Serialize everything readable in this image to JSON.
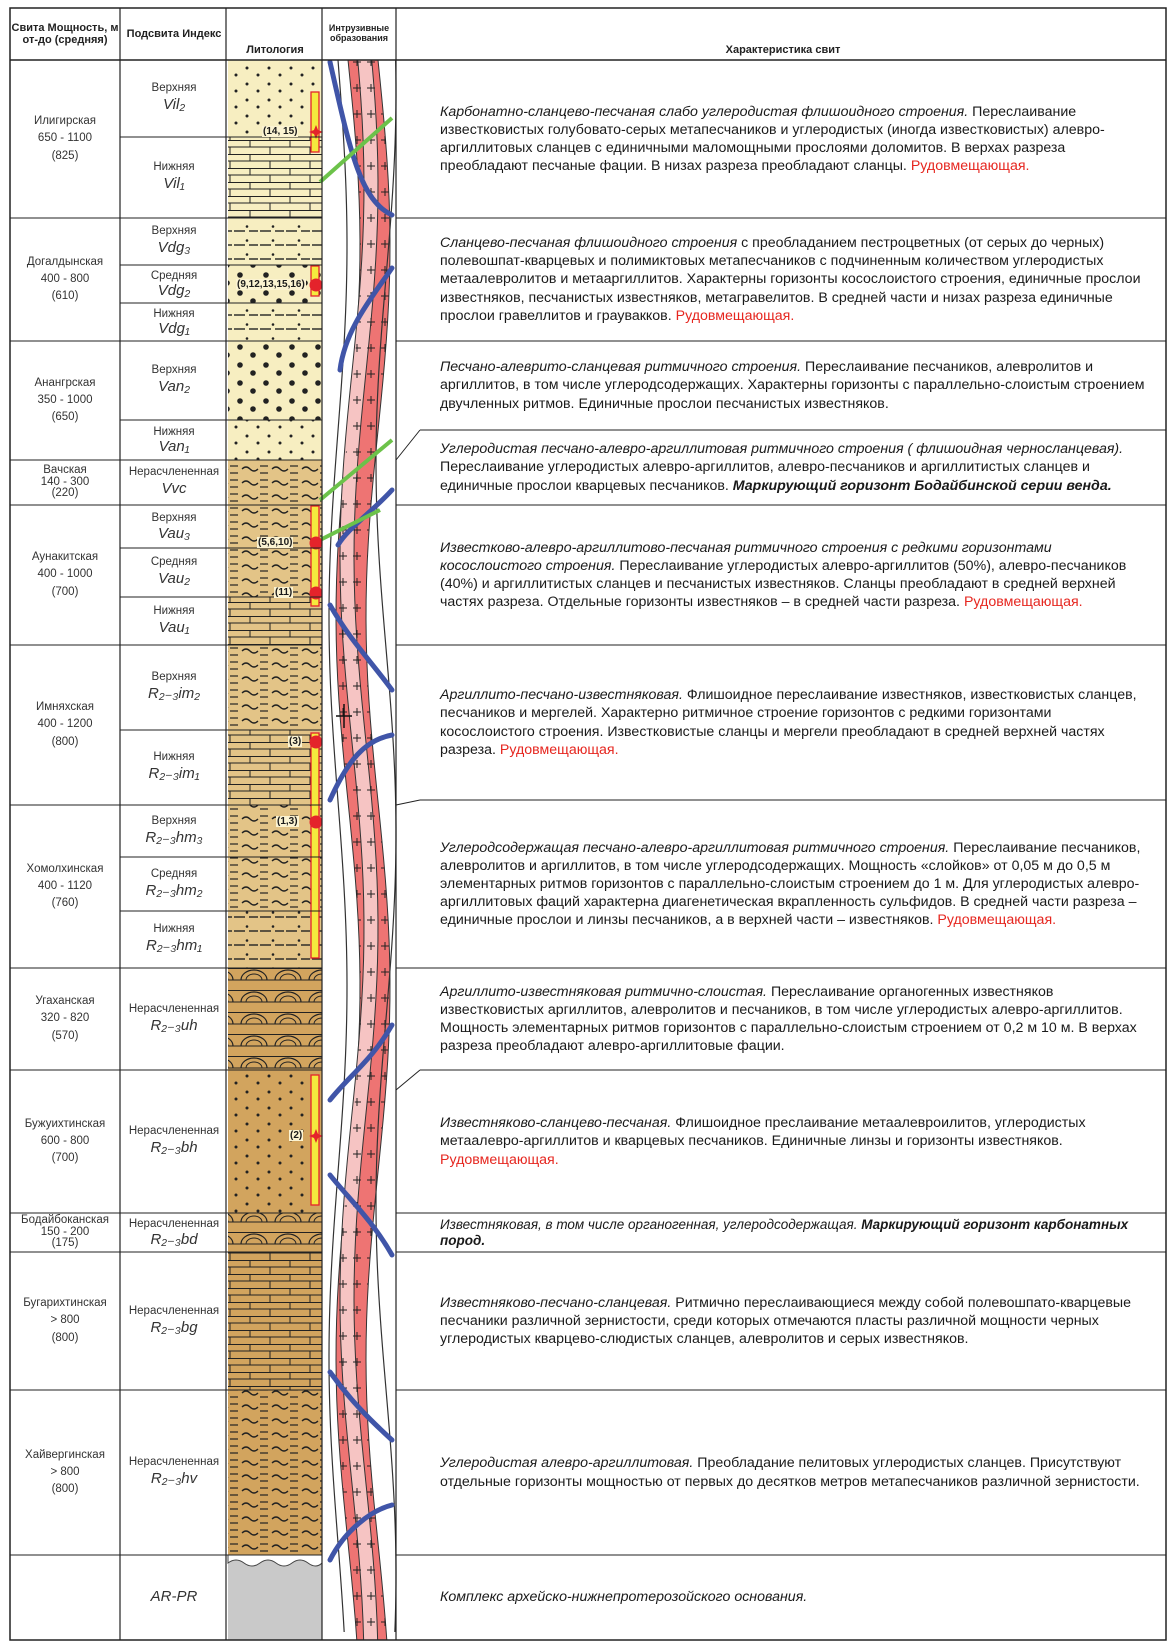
{
  "headers": {
    "suite": "Свита Мощность, м от-до (средняя)",
    "subsuite": "Подсвита Индекс",
    "lithology": "Литология",
    "intrusive": "Интрузивные образования",
    "characteristics": "Характеристика свит"
  },
  "colors": {
    "pale_sand": "#f7eec1",
    "mid_sand": "#e3c487",
    "dark_sand": "#d2a45e",
    "basement": "#c9c9c9",
    "intrusion_red": "#ee7473",
    "intrusion_pink": "#f6c4c3",
    "fault_blue": "#4055a8",
    "fault_green": "#6cc24a",
    "ore_text": "#e6261f",
    "ore_column": "#f4ea3e",
    "ore_outline": "#e4232b"
  },
  "suites": [
    {
      "name": "Илигирская",
      "range": "650 - 1100",
      "avg": "(825)"
    },
    {
      "name": "Догалдынская",
      "range": "400 - 800",
      "avg": "(610)"
    },
    {
      "name": "Анангрская",
      "range": "350 - 1000",
      "avg": "(650)"
    },
    {
      "name": "Вачская",
      "range": "140 - 300",
      "avg": "(220)"
    },
    {
      "name": "Аунакитская",
      "range": "400 - 1000",
      "avg": "(700)"
    },
    {
      "name": "Имняхская",
      "range": "400 - 1200",
      "avg": "(800)"
    },
    {
      "name": "Хомолхинская",
      "range": "400 - 1120",
      "avg": "(760)"
    },
    {
      "name": "Угаханская",
      "range": "320 - 820",
      "avg": "(570)"
    },
    {
      "name": "Бужуихтинская",
      "range": "600 - 800",
      "avg": "(700)"
    },
    {
      "name": "Бодайбоканская",
      "range": "150 - 200",
      "avg": "(175)"
    },
    {
      "name": "Бугарихтинская",
      "range": "> 800",
      "avg": "(800)"
    },
    {
      "name": "Хайвергинская",
      "range": "> 800",
      "avg": "(800)"
    }
  ],
  "subsuites": [
    {
      "name": "Верхняя",
      "index": "Vil₂"
    },
    {
      "name": "Нижняя",
      "index": "Vil₁"
    },
    {
      "name": "Верхняя",
      "index": "Vdg₃"
    },
    {
      "name": "Средняя",
      "index": "Vdg₂"
    },
    {
      "name": "Нижняя",
      "index": "Vdg₁"
    },
    {
      "name": "Верхняя",
      "index": "Van₂"
    },
    {
      "name": "Нижняя",
      "index": "Van₁"
    },
    {
      "name": "Нерасчлененная",
      "index": "Vvc"
    },
    {
      "name": "Верхняя",
      "index": "Vau₃"
    },
    {
      "name": "Средняя",
      "index": "Vau₂"
    },
    {
      "name": "Нижняя",
      "index": "Vau₁"
    },
    {
      "name": "Верхняя",
      "index": "R₂₋₃im₂"
    },
    {
      "name": "Нижняя",
      "index": "R₂₋₃im₁"
    },
    {
      "name": "Верхняя",
      "index": "R₂₋₃hm₃"
    },
    {
      "name": "Средняя",
      "index": "R₂₋₃hm₂"
    },
    {
      "name": "Нижняя",
      "index": "R₂₋₃hm₁"
    },
    {
      "name": "Нерасчлененная",
      "index": "R₂₋₃uh"
    },
    {
      "name": "Нерасчлененная",
      "index": "R₂₋₃bh"
    },
    {
      "name": "Нерасчлененная",
      "index": "R₂₋₃bd"
    },
    {
      "name": "Нерасчлененная",
      "index": "R₂₋₃bg"
    },
    {
      "name": "Нерасчлененная",
      "index": "R₂₋₃hv"
    },
    {
      "name": "",
      "index": "AR-PR"
    }
  ],
  "samples": [
    "(14, 15)",
    "(9,12,13,15,16)",
    "(5,6,10)",
    "(11)",
    "(3)",
    "(1,3)",
    "(2)"
  ],
  "descriptions": [
    {
      "title": "Карбонатно-сланцево-песчаная слабо углеродистая флишоидного строения.",
      "text": "Переслаивание известковистых голубовато-серых метапесчаников и углеродистых (иногда известковистых) алевро-аргиллитовых сланцев с единичными маломощными прослоями доломитов. В верхах разреза преобладают песчаные фации. В низах разреза преобладают сланцы.",
      "ore": "Рудовмещающая."
    },
    {
      "title": "Сланцево-песчаная флишоидного строения",
      "text": "с преобладанием пестроцветных (от серых до черных) полевошпат-кварцевых и полимиктовых метапесчаников с подчиненным количеством углеродистых метаалевролитов и метааргиллитов. Характерны горизонты косослоистого строения, единичные прослои известняков, песчанистых известняков, метагравелитов. В средней части и низах разреза единичные прослои гравеллитов и граувакков.",
      "ore": "Рудовмещающая."
    },
    {
      "title": "Песчано-алеврито-сланцевая ритмичного строения.",
      "text": "Переслаивание песчаников, алевролитов и аргиллитов, в том числе углеродсодержащих. Характерны горизонты с параллельно-слоистым строением двучленных ритмов. Единичные прослои песчанистых известняков.",
      "ore": ""
    },
    {
      "title": "Углеродистая песчано-алевро-аргиллитовая ритмичного строения ( флишоидная черносланцевая).",
      "text": "Переслаивание углеродистых алевро-аргиллитов, алевро-песчаников и аргиллитистых сланцев и единичные прослои кварцевых песчаников.",
      "marker": "Маркирующий горизонт Бодайбинской серии венда.",
      "ore": ""
    },
    {
      "title": "Известково-алевро-аргиллитово-песчаная ритмичного строения с редкими горизонтами косослоистого строения.",
      "text": "Переслаивание углеродистых алевро-аргиллитов (50%), алевро-песчаников (40%) и аргиллитистых сланцев и песчанистых известняков. Сланцы преобладают в средней верхней частях разреза. Отдельные горизонты известняков – в средней части разреза.",
      "ore": "Рудовмещающая."
    },
    {
      "title": "Аргиллито-песчано-известняковая.",
      "text": "Флишоидное переслаивание известняков, известковистых сланцев, песчаников и мергелей. Характерно ритмичное строение горизонтов с редкими горизонтами косослоистого строения. Известковистые сланцы и мергели преобладают в средней верхней частях разреза.",
      "ore": "Рудовмещающая."
    },
    {
      "title": "Углеродсодержащая песчано-алевро-аргиллитовая ритмичного строения.",
      "text": "Переслаивание песчаников, алевролитов и аргиллитов, в том числе углеродсодержащих. Мощность «слойков» от 0,05 м до 0,5 м элементарных ритмов горизонтов с параллельно-слоистым строением до 1 м. Для углеродистых алевро-аргиллитовых фаций характерна диагенетическая вкрапленность сульфидов. В средней части разреза – единичные прослои и линзы песчаников, а в верхней части – известняков.",
      "ore": "Рудовмещающая."
    },
    {
      "title": "Аргиллито-известняковая ритмично-слоистая.",
      "text": "Переслаивание органогенных известняков известковистых аргиллитов, алевролитов и песчаников, в том числе углеродистых алевро-аргиллитов. Мощность элементарных ритмов горизонтов с параллельно-слоистым строением от 0,2 м 10 м. В верхах разреза преобладают алевро-аргиллитовые фации.",
      "ore": ""
    },
    {
      "title": "Известняково-сланцево-песчаная.",
      "text": "Флишоидное преслаивание метаалевроилитов, углеродистых метаалевро-аргиллитов и кварцевых песчаников. Единичные линзы и горизонты известняков.",
      "ore": "Рудовмещающая."
    },
    {
      "title": "Известняковая, в том числе органогенная, углеродсодержащая.",
      "text": "",
      "marker": "Маркирующий горизонт карбонатных пород.",
      "ore": ""
    },
    {
      "title": "Известняково-песчано-сланцевая.",
      "text": "Ритмично переслаивающиеся между собой полевошпато-кварцевые песчаники различной зернистости, среди которых отмечаются пласты различной мощности черных углеродистых кварцево-слюдистых сланцев, алевролитов и серых известняков.",
      "ore": ""
    },
    {
      "title": "Углеродистая алевро-аргиллитовая.",
      "text": "Преобладание пелитовых углеродистых сланцев. Присутствуют отдельные горизонты мощностью от первых до десятков метров метапесчаников различной зернистости.",
      "ore": ""
    },
    {
      "title": "Комплекс архейско-нижнепротерозойского основания.",
      "text": "",
      "ore": ""
    }
  ]
}
